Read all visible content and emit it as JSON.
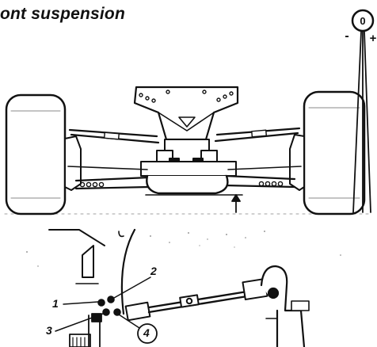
{
  "title": "ont suspension",
  "camber_gauge": {
    "zero": "0",
    "minus": "-",
    "plus": "+"
  },
  "callouts": {
    "c1": "1",
    "c2": "2",
    "c3": "3",
    "c4": "4"
  },
  "colors": {
    "ink": "#111111",
    "paper": "#ffffff"
  }
}
